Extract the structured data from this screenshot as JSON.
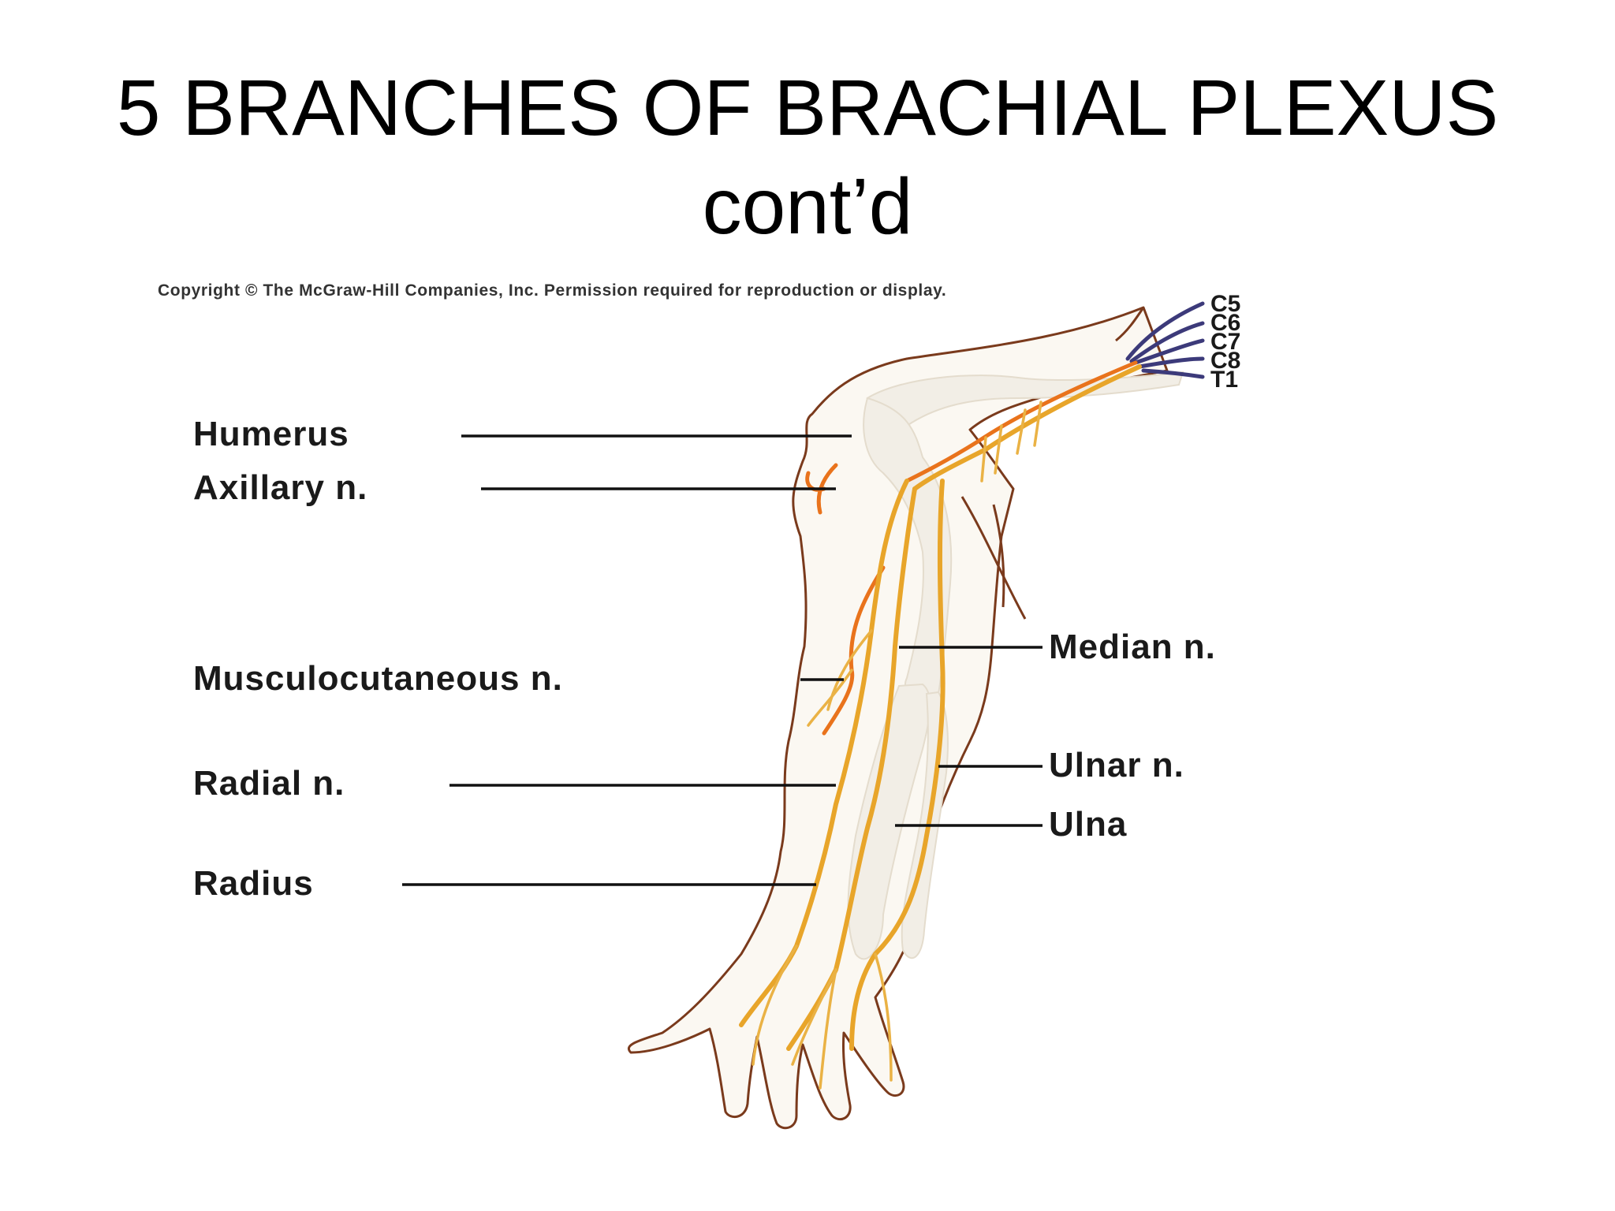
{
  "slide": {
    "title_line1": "5 BRANCHES OF BRACHIAL PLEXUS",
    "title_line2": "cont’d"
  },
  "figure": {
    "copyright": "Copyright © The McGraw-Hill Companies, Inc. Permission required for reproduction or display.",
    "roots": [
      "C5",
      "C6",
      "C7",
      "C8",
      "T1"
    ],
    "labels_left": {
      "humerus": "Humerus",
      "axillary": "Axillary n.",
      "musculocutaneous": "Musculocutaneous n.",
      "radial": "Radial n.",
      "radius": "Radius"
    },
    "labels_right": {
      "median": "Median n.",
      "ulnar": "Ulnar n.",
      "ulna": "Ulna"
    }
  }
}
